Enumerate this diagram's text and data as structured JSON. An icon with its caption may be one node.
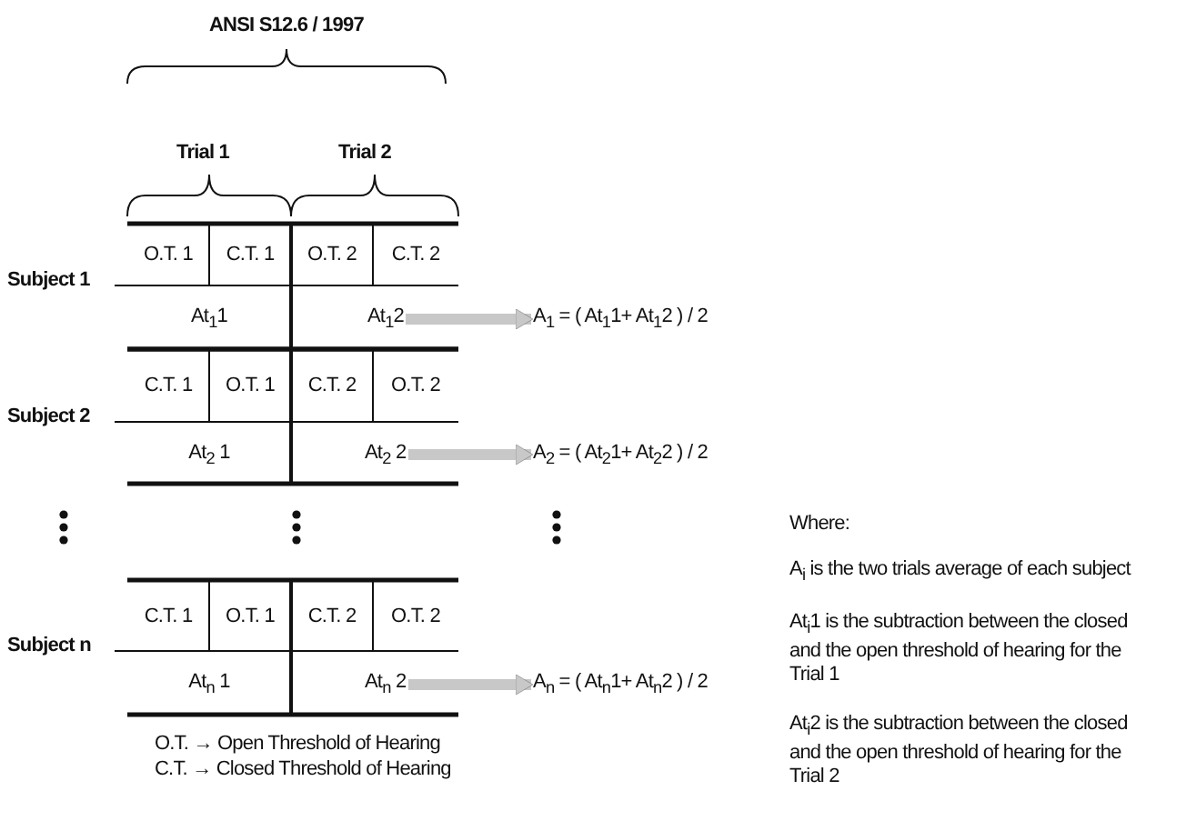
{
  "diagram": {
    "nodes": [
      {
        "text": [
          "At$_{1}$1"
        ]
      },
      {
        "text": [
          "At$_{1}$2"
        ]
      },
      {
        "text": [
          "A$_{1}$ = ( At$_{1}$1+ At$_{1}$2 ) / 2"
        ]
      },
      {
        "text": [
          "At$_{2}$ 1"
        ]
      },
      {
        "text": [
          "At$_{2}$ 2"
        ]
      },
      {
        "text": [
          "A$_{2}$ = ( At$_{2}$1+ At$_{2}$2 ) / 2"
        ]
      },
      {
        "text": [
          "At$_{n}$ 1"
        ]
      },
      {
        "text": [
          "At$_{n}$ 2"
        ]
      },
      {
        "text": [
          "A$_{n}$ = ( At$_{n}$1+ At$_{n}$2 ) / 2"
        ]
      }
    ],
    "edges": [
      {
        "from": 1,
        "to": 2,
        "arrow": "to"
      },
      {
        "from": 4,
        "to": 5,
        "arrow": "to"
      },
      {
        "from": 7,
        "to": 8,
        "arrow": "to"
      }
    ],
    "labels": [
      "ANSI S12.6 / 1997",
      "Trial 1",
      "Trial 2",
      "O.T. 1",
      "C.T. 1",
      "O.T. 2",
      "C.T. 2",
      "Subject 1",
      "C.T. 1",
      "O.T. 1",
      "C.T. 2",
      "O.T. 2",
      "Subject 2",
      "C.T. 1",
      "O.T. 1",
      "C.T. 2",
      "O.T. 2",
      "Subject n",
      "O.T. → Open Threshold of Hearing",
      "C.T. → Closed Threshold of Hearing",
      "Where:",
      "A$_{i}$ is the two trials average of each subject",
      "At$_{i}$1 is the subtraction between the closed and the open threshold of hearing for the Trial 1",
      "At$_{i}$2 is the subtraction between the closed and the open threshold of hearing for the Trial 2"
    ]
  }
}
